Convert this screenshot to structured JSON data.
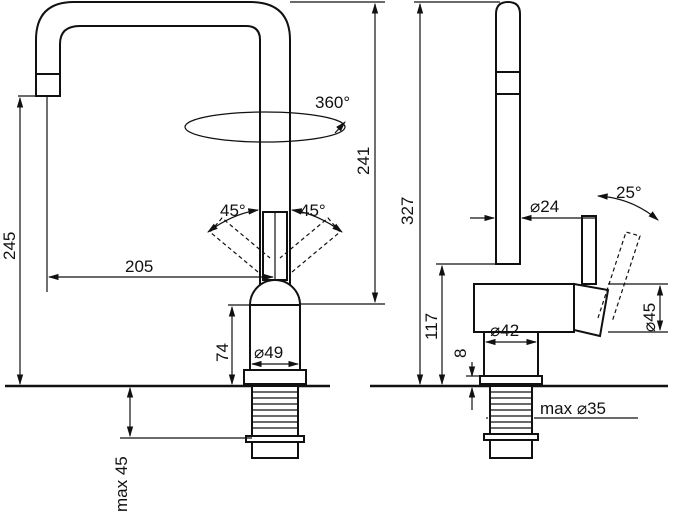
{
  "front_view": {
    "dims": {
      "height_total": "245",
      "spout_height": "241",
      "reach": "205",
      "body_height": "74",
      "body_diameter": "⌀49",
      "under_counter": "max 45",
      "rotation": "360°",
      "lever_left": "45°",
      "lever_right": "45°"
    }
  },
  "side_view": {
    "dims": {
      "height_total": "327",
      "lever_height": "117",
      "base_thickness": "8",
      "pipe_diameter": "⌀24",
      "base_diameter": "⌀42",
      "body_diameter": "⌀45",
      "thread_diameter": "max ⌀35",
      "lever_angle": "25°"
    }
  }
}
